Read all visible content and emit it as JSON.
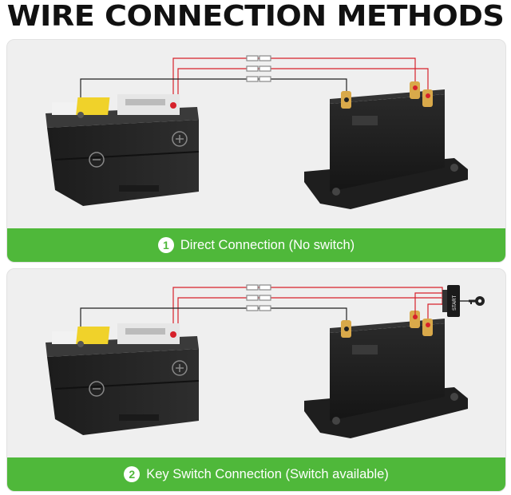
{
  "title": "WIRE CONNECTION METHODS",
  "panels": [
    {
      "number": "1",
      "caption": "Direct Connection (No switch)"
    },
    {
      "number": "2",
      "caption": "Key Switch Connection (Switch available)"
    }
  ],
  "switch": {
    "label": "START"
  },
  "colors": {
    "banner": "#4fb83a",
    "wire_red": "#d6212b",
    "wire_black": "#222222",
    "panel_bg": "#efefef"
  }
}
